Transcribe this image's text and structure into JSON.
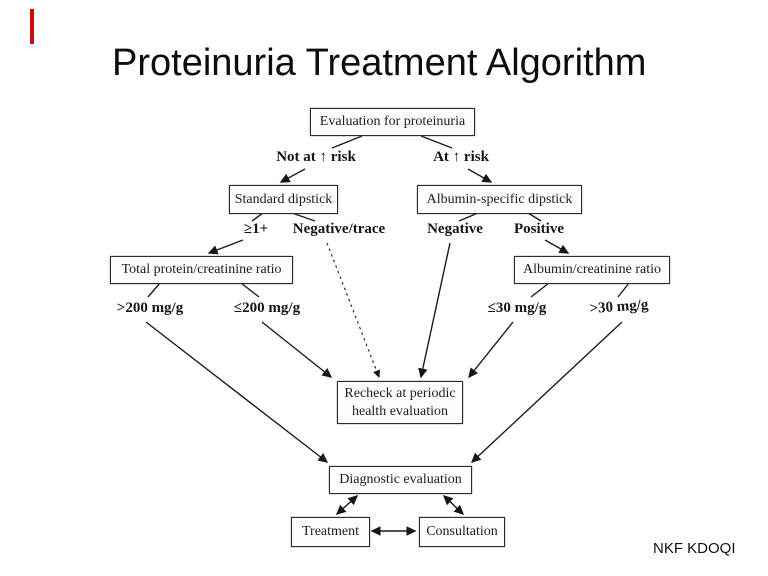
{
  "slide": {
    "title": "Proteinuria Treatment Algorithm",
    "attribution": "NKF KDOQI",
    "accent_color": "#cf0a0a"
  },
  "flowchart": {
    "boxes": {
      "evaluation": "Evaluation for proteinuria",
      "standard_dipstick": "Standard dipstick",
      "albumin_dipstick": "Albumin-specific dipstick",
      "total_protein_ratio": "Total protein/creatinine ratio",
      "albumin_ratio": "Albumin/creatinine ratio",
      "recheck_line1": "Recheck at periodic",
      "recheck_line2": "health evaluation",
      "diagnostic": "Diagnostic evaluation",
      "treatment": "Treatment",
      "consultation": "Consultation"
    },
    "labels": {
      "not_at_risk": "Not at ↑ risk",
      "at_risk": "At ↑ risk",
      "ge_one_plus": "≥1+",
      "negative_trace": "Negative/trace",
      "negative": "Negative",
      "positive": "Positive",
      "gt200": ">200 mg/g",
      "le200": "≤200 mg/g",
      "le30": "≤30 mg/g",
      "gt30": ">30 mg/g"
    }
  }
}
